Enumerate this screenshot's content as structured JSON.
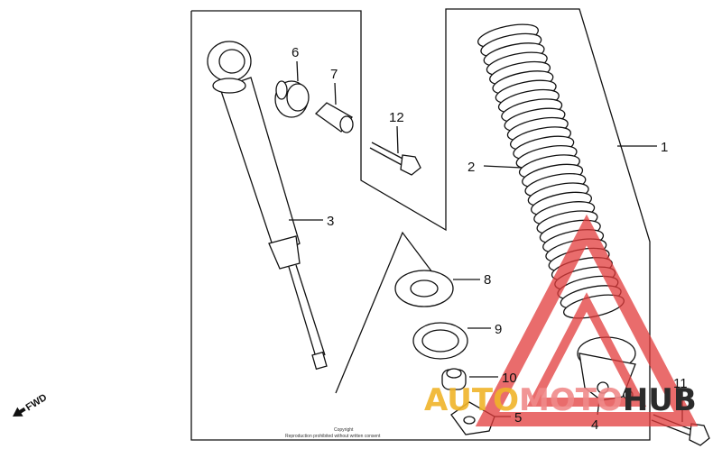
{
  "diagram": {
    "labels": {
      "p1": "1",
      "p2": "2",
      "p3": "3",
      "p4": "4",
      "p5": "5",
      "p6": "6",
      "p7": "7",
      "p8": "8",
      "p9": "9",
      "p10": "10",
      "p11": "11",
      "p12": "12"
    },
    "fwd": "FWD",
    "copyright_line1": "Copyright",
    "copyright_line2": "Reproduction prohibited without written consent"
  },
  "watermark": {
    "auto": "AUTO",
    "moto": "MOTO",
    "hub": "HUB",
    "colors": {
      "auto": "#f0b429",
      "moto": "#f08a8a",
      "hub": "#2b2b2b",
      "triangle": "#e23b3b"
    }
  }
}
